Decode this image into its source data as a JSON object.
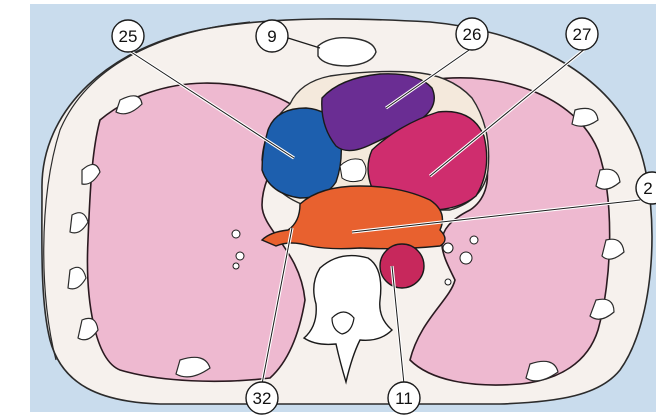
{
  "labels": {
    "n25": "25",
    "n9": "9",
    "n26": "26",
    "n27": "27",
    "n2": "2",
    "n32": "32",
    "n11": "11"
  },
  "colors": {
    "background": "#c9dced",
    "body_wall": "#f6f1ed",
    "lung": "#eeb9d0",
    "lung_stroke": "#2a1a20",
    "right_atrium": "#1d5fae",
    "left_ventricle_region": "#6a2d93",
    "right_ventricle_region": "#cf2d6e",
    "left_atrium": "#e8612f",
    "aorta": "#c7285c",
    "pericardial_fat": "#f4e9dc"
  }
}
